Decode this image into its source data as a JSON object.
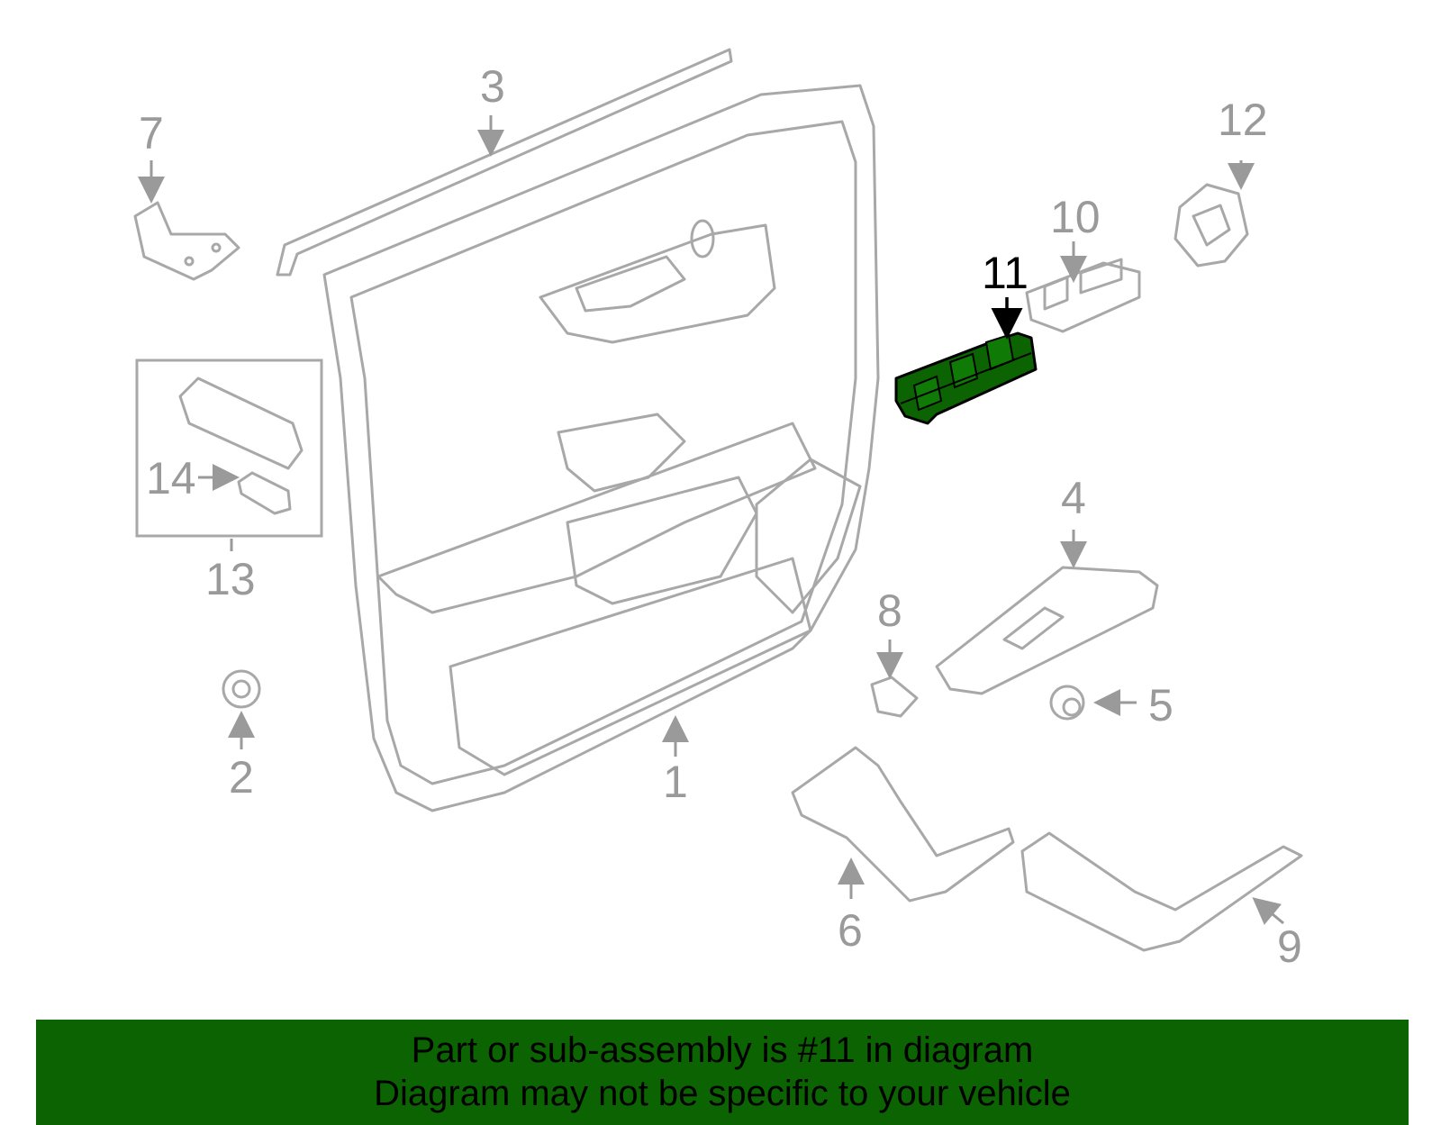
{
  "diagram": {
    "highlight_color": "#0b6302",
    "callouts": [
      "1",
      "2",
      "3",
      "4",
      "5",
      "6",
      "7",
      "8",
      "9",
      "10",
      "11",
      "12",
      "13",
      "14"
    ],
    "highlighted_callout": "11"
  },
  "banner": {
    "line1": "Part or sub-assembly is #11 in diagram",
    "line2": "Diagram may not be specific to your vehicle"
  }
}
